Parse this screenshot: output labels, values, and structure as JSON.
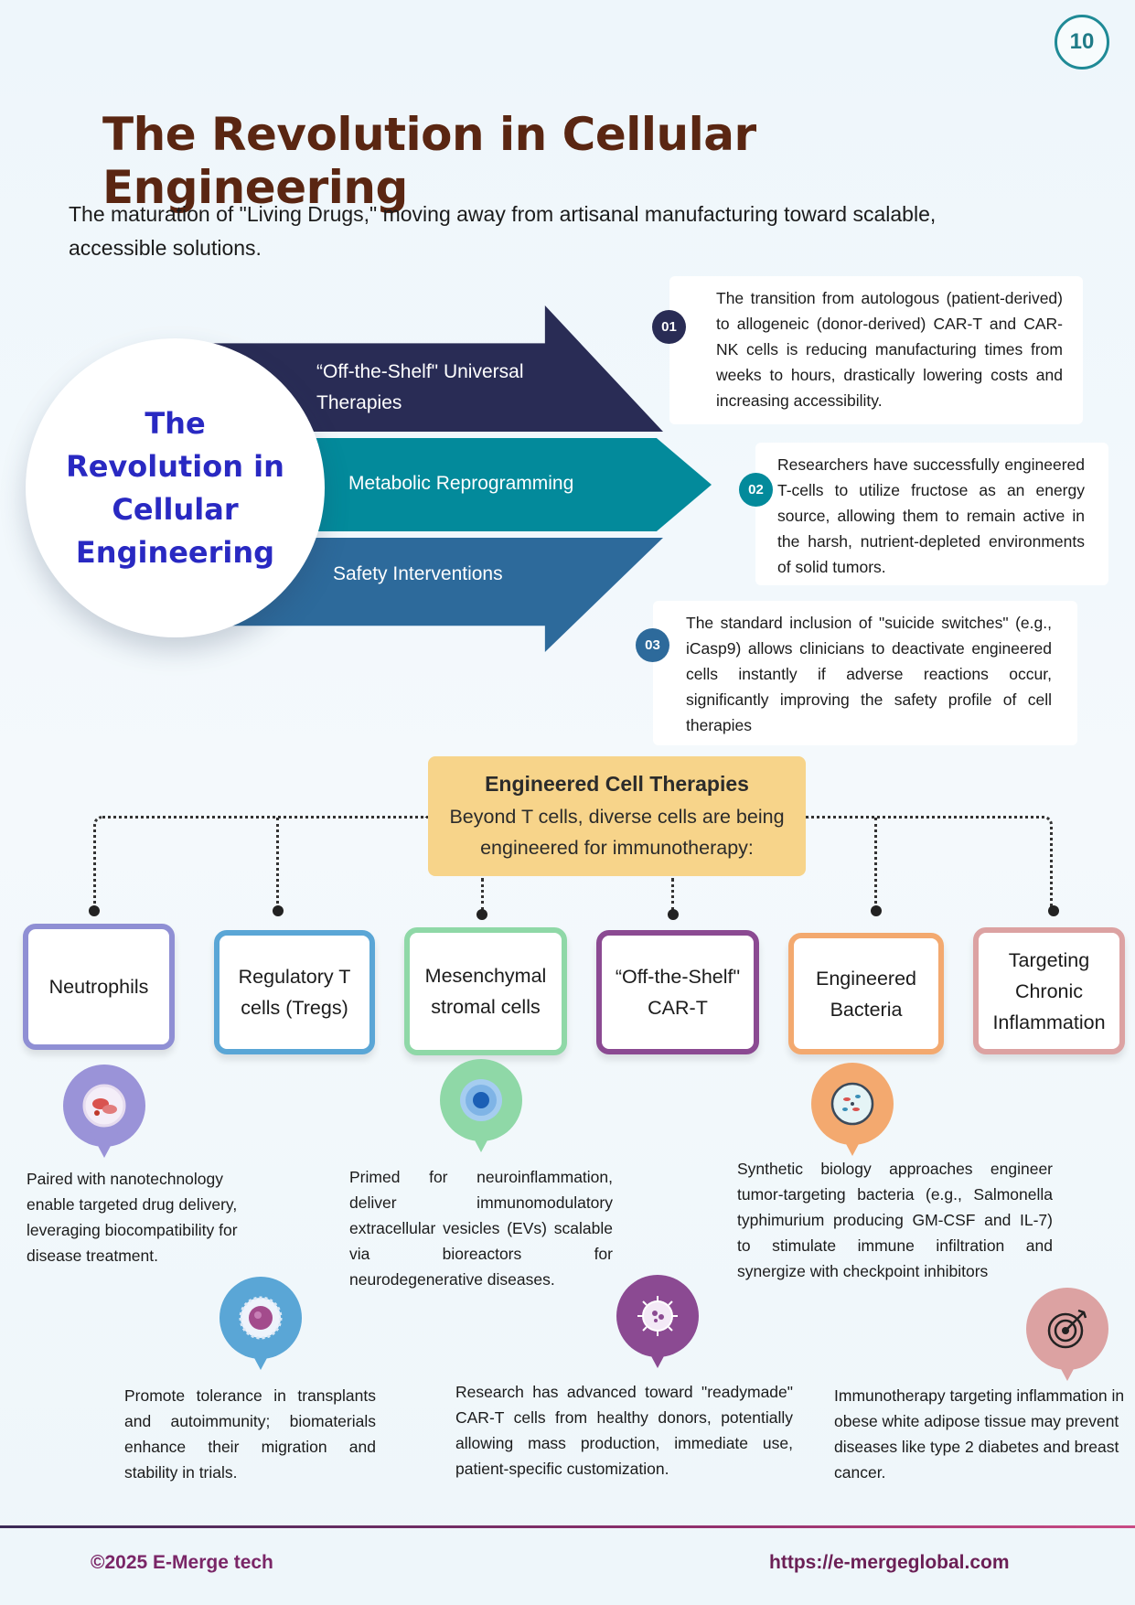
{
  "page_number": "10",
  "title": "The Revolution in Cellular Engineering",
  "subtitle": "The maturation of \"Living Drugs,\" moving away from artisanal manufacturing toward scalable, accessible solutions.",
  "circle_title": "The Revolution in Cellular Engineering",
  "arrows": [
    {
      "label": "“Off-the-Shelf\" Universal Therapies",
      "color": "#292c55"
    },
    {
      "label": "Metabolic Reprogramming",
      "color": "#038a9b"
    },
    {
      "label": "Safety Interventions",
      "color": "#2d6a9b"
    }
  ],
  "callouts": [
    {
      "badge": "01",
      "text": "The transition from autologous (patient-derived) to allogeneic (donor-derived) CAR-T and CAR-NK cells is reducing manufacturing times from weeks to hours, drastically lowering costs and increasing accessibility."
    },
    {
      "badge": "02",
      "text": "Researchers have successfully engineered T-cells to utilize fructose as an energy source, allowing them to remain active in the harsh, nutrient-depleted environments of solid tumors."
    },
    {
      "badge": "03",
      "text": "The standard inclusion of \"suicide switches\" (e.g., iCasp9) allows clinicians to deactivate engineered cells instantly if adverse reactions occur, significantly improving the safety profile of cell therapies"
    }
  ],
  "center": {
    "heading": "Engineered Cell Therapies",
    "description": "Beyond T cells, diverse cells are being engineered for immunotherapy:"
  },
  "cells": [
    {
      "label": "Neutrophils",
      "color": "#8f8fd4",
      "icon": "neutrophil-icon",
      "description": "Paired with nanotechnology enable targeted drug delivery, leveraging biocompatibility for disease treatment."
    },
    {
      "label": "Regulatory T cells (Tregs)",
      "color": "#5aa6d6",
      "icon": "treg-cell-icon",
      "description": "Promote tolerance in transplants and autoimmunity; biomaterials enhance their migration and stability in trials."
    },
    {
      "label": "Mesenchymal stromal cells",
      "color": "#8fd8a7",
      "icon": "stromal-cell-icon",
      "description": "Primed for neuroinflammation, deliver immunomodulatory extracellular vesicles (EVs) scalable via bioreactors for neurodegenerative diseases."
    },
    {
      "label": "“Off-the-Shelf\" CAR-T",
      "color": "#8b4a92",
      "icon": "car-t-cell-icon",
      "description": "Research has advanced toward \"readymade\" CAR-T cells from healthy donors, potentially allowing mass production, immediate use, patient-specific customization."
    },
    {
      "label": "Engineered Bacteria",
      "color": "#f3a96f",
      "icon": "petri-dish-icon",
      "description": "Synthetic biology approaches engineer tumor-targeting bacteria (e.g., Salmonella typhimurium producing GM-CSF and IL-7) to stimulate immune infiltration and synergize with checkpoint inhibitors"
    },
    {
      "label": "Targeting Chronic Inflammation",
      "color": "#dca2a2",
      "icon": "target-icon",
      "description": "Immunotherapy targeting inflammation in obese white adipose tissue may prevent diseases like type 2 diabetes and breast cancer."
    }
  ],
  "footer": {
    "copyright": "©2025 E-Merge tech",
    "url": "https://e-mergeglobal.com"
  }
}
